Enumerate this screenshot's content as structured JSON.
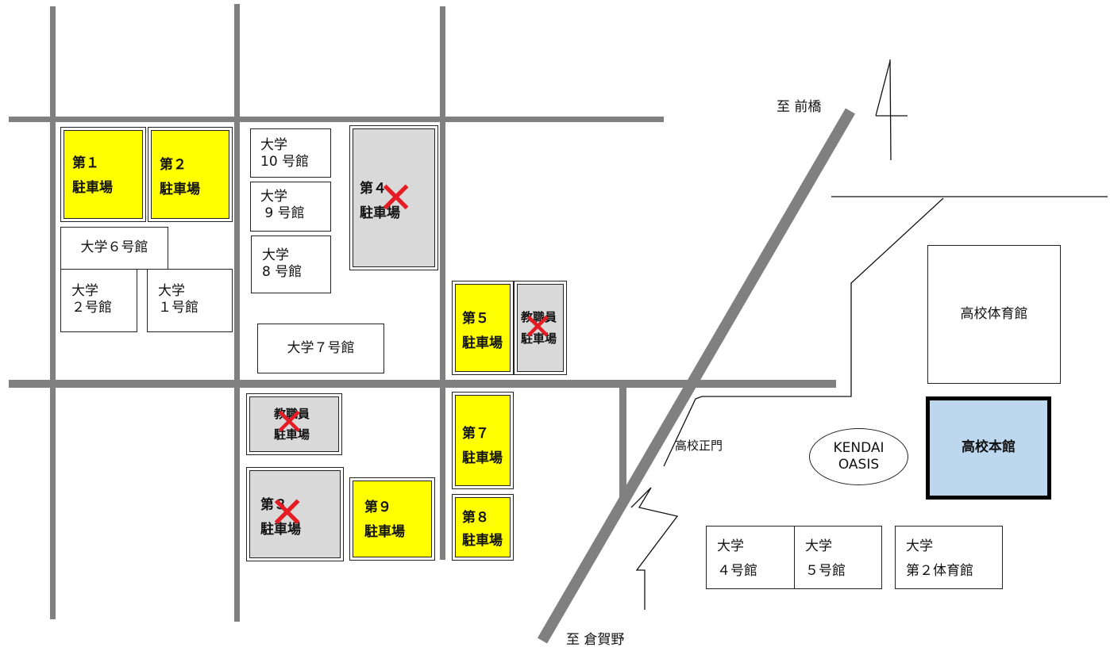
{
  "directions": {
    "north_to": "至 前橋",
    "south_to": "至 倉賀野"
  },
  "labels": {
    "main_gate": "高校正門"
  },
  "buildings": {
    "u10": [
      "大学",
      "10 号館"
    ],
    "u9": [
      "大学",
      " 9 号館"
    ],
    "u8": [
      "大学",
      "8 号館"
    ],
    "u6": "大学６号館",
    "u2": [
      "大学",
      "２号館"
    ],
    "u1": [
      "大学",
      "１号館"
    ],
    "u7": "大学７号館",
    "hs_gym": "高校体育館",
    "hs_main": "高校本館",
    "oasis": [
      "KENDAI",
      "OASIS"
    ],
    "u4": [
      "大学",
      "４号館"
    ],
    "u5": [
      "大学",
      "５号館"
    ],
    "u_gym2": [
      "大学",
      "第２体育館"
    ]
  },
  "parking": {
    "p1": [
      "第１",
      "駐車場"
    ],
    "p2": [
      "第２",
      "駐車場"
    ],
    "p4": [
      "第４",
      "駐車場"
    ],
    "p5": [
      "第５",
      "駐車場"
    ],
    "staff_a": [
      "教職員",
      "駐車場"
    ],
    "staff_b": [
      "教職員",
      "駐車場"
    ],
    "p3": [
      "第３",
      "駐車場"
    ],
    "p9": [
      "第９",
      "駐車場"
    ],
    "p7": [
      "第７",
      "駐車場"
    ],
    "p8": [
      "第８",
      "駐車場"
    ]
  },
  "colors": {
    "road": "#808080",
    "open_lot": "#ffff00",
    "closed_lot": "#d9d9d9",
    "closed_mark": "#e51c23",
    "hs_main": "#bdd7ee"
  },
  "closed_mark": "✕"
}
